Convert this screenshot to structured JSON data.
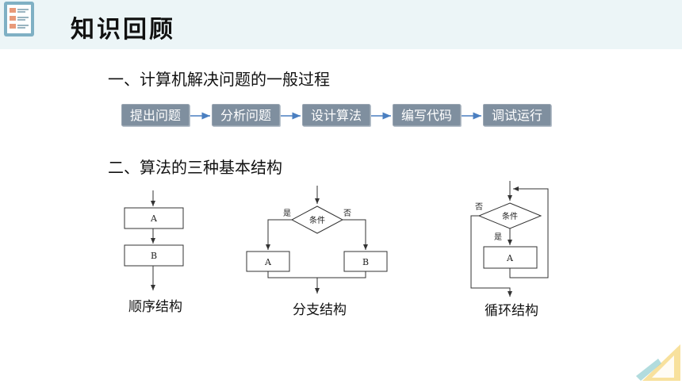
{
  "header": {
    "title": "知识回顾",
    "icon": "clipboard-icon"
  },
  "section1": {
    "heading": "一、计算机解决问题的一般过程",
    "steps": [
      "提出问题",
      "分析问题",
      "设计算法",
      "编写代码",
      "调试运行"
    ]
  },
  "section2": {
    "heading": "二、算法的三种基本结构",
    "sequence": {
      "box_a": "A",
      "box_b": "B",
      "caption": "顺序结构"
    },
    "branch": {
      "condition": "条件",
      "yes_label": "是",
      "no_label": "否",
      "box_a": "A",
      "box_b": "B",
      "caption": "分支结构"
    },
    "loop": {
      "condition": "条件",
      "yes_label": "是",
      "no_label": "否",
      "box_a": "A",
      "caption": "循环结构"
    }
  },
  "colors": {
    "step_fill": "#7f8f9f",
    "arrow": "#4a7fc1",
    "header_band": "#ecf5f7"
  }
}
